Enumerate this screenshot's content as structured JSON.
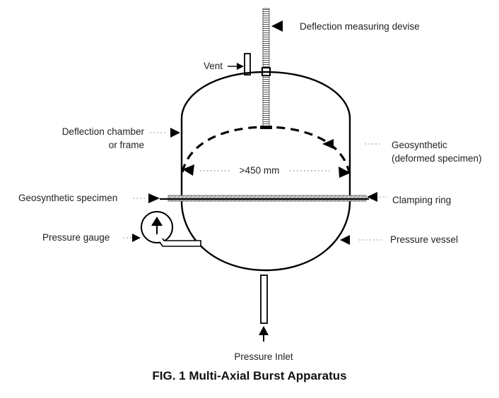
{
  "figure": {
    "caption": "FIG. 1 Multi-Axial Burst Apparatus",
    "labels": {
      "deflection_device": "Deflection measuring devise",
      "vent": "Vent",
      "chamber_line1": "Deflection chamber",
      "chamber_line2": "or frame",
      "geo_deformed_line1": "Geosynthetic",
      "geo_deformed_line2": "(deformed specimen)",
      "span": ">450 mm",
      "geo_specimen": "Geosynthetic specimen",
      "clamping_ring": "Clamping ring",
      "pressure_gauge": "Pressure gauge",
      "pressure_vessel": "Pressure vessel",
      "pressure_inlet": "Pressure Inlet"
    }
  }
}
